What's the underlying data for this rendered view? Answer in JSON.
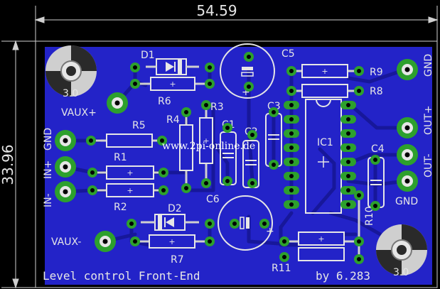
{
  "dimensions": {
    "width": "54.59",
    "height": "33.96"
  },
  "watermark": "www.2pi-online.de",
  "footer": {
    "title": "Level control Front-End",
    "credit": "by 6.283"
  },
  "mounting_holes": {
    "left_label": "3.0",
    "right_label": "3.0"
  },
  "connectors": {
    "vaux_plus": "VAUX+",
    "vaux_minus": "VAUX-",
    "in_gnd": "GND",
    "in_plus": "IN+",
    "in_minus": "IN-",
    "gnd_top": "GND",
    "out_plus": "OUT+",
    "out_minus": "OUT-",
    "gnd_bottom": "GND"
  },
  "components": {
    "d1": "D1",
    "d2": "D2",
    "r1": "R1",
    "r2": "R2",
    "r3": "R3",
    "r4": "R4",
    "r5": "R5",
    "r6": "R6",
    "r7": "R7",
    "r8": "R8",
    "r9": "R9",
    "r10": "R10",
    "r11": "R11",
    "c1": "C1",
    "c2": "C2",
    "c3": "C3",
    "c4": "C4",
    "c5": "C5",
    "c6": "C6",
    "ic1": "IC1"
  },
  "colors": {
    "background": "#000000",
    "board": "#2323c8",
    "trace": "#1a1a8a",
    "silkscreen": "#e6e6e6",
    "pad": "#2da02d",
    "outline": "#cfcfcf"
  },
  "icons": {
    "pad": "pad-icon",
    "mounting_hole": "mounting-hole-icon",
    "resistor": "resistor-icon",
    "diode": "diode-icon",
    "capacitor": "capacitor-icon",
    "electrolytic": "electrolytic-capacitor-icon",
    "ic": "ic-icon"
  }
}
